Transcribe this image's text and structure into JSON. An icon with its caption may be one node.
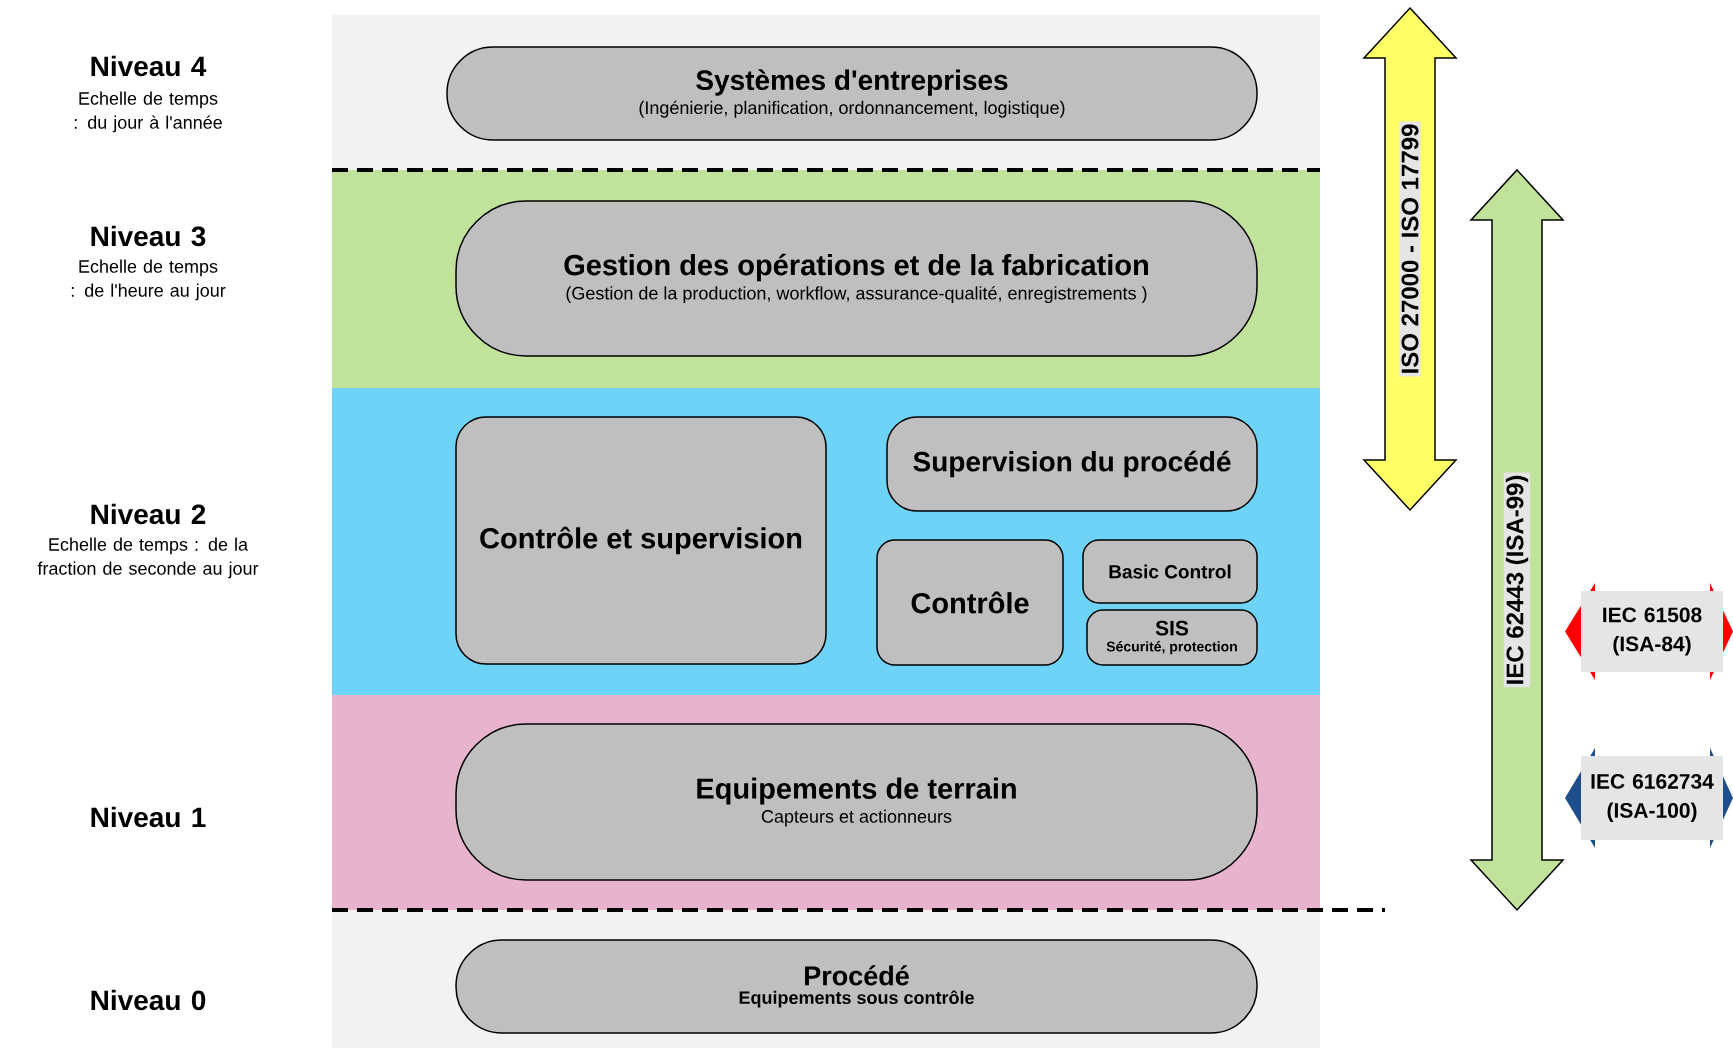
{
  "diagram": {
    "nodes": [
      {
        "text": [
          "Systèmes d'entreprises",
          "(Ingénierie, planification, ordonnancement, logistique)"
        ]
      },
      {
        "text": [
          "Gestion des opérations et de la fabrication",
          "(Gestion de la production, workflow, assurance-qualité, enregistrements )"
        ]
      },
      {
        "text": [
          "Contrôle et supervision"
        ]
      },
      {
        "text": [
          "Supervision du procédé"
        ]
      },
      {
        "text": [
          "Contrôle"
        ]
      },
      {
        "text": [
          "Basic Control"
        ]
      },
      {
        "text": [
          "SIS",
          "Sécurité, protection"
        ]
      },
      {
        "text": [
          "Equipements de terrain",
          "Capteurs et actionneurs"
        ]
      },
      {
        "text": [
          "Procédé",
          "Equipements sous contrôle"
        ]
      },
      {
        "text": [
          "ISO 27000 - ISO 17799"
        ]
      },
      {
        "text": [
          "IEC 62443 (ISA-99)"
        ]
      },
      {
        "text": [
          "IEC 61508 (ISA-84)"
        ]
      },
      {
        "text": [
          "IEC 6162734 (ISA-100)"
        ]
      }
    ],
    "labels": [
      "Niveau 4",
      "Echelle de temps : du jour à l'année",
      "Niveau 3",
      "Echelle de temps : de l'heure au jour",
      "Niveau 2",
      "Echelle de temps : de la fraction de seconde au jour",
      "Niveau 1",
      "Niveau 0"
    ]
  }
}
